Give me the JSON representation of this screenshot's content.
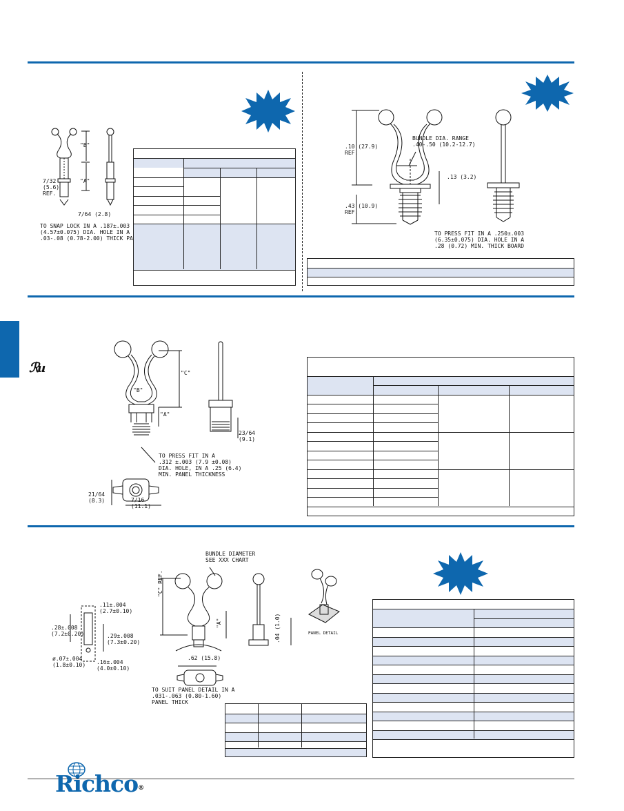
{
  "colors": {
    "accent": "#0e67ae",
    "table_shade": "#dde4f2"
  },
  "section1_left": {
    "dims": {
      "b": "\"B\"",
      "a": "\"A\"",
      "side": "7/32\n(5.6)\nREF.",
      "bottom": "7/64 (2.8)",
      "note": "TO SNAP LOCK IN A .187±.003\n(4.57±0.075) DIA. HOLE IN A\n.03-.08 (0.78-2.00) THICK PANEL."
    }
  },
  "section1_right": {
    "dims": {
      "height": ".10 (27.9)\nREF.",
      "bundle": "BUNDLE DIA. RANGE\n.40-.50 (10.2-12.7)",
      "flange": ".13 (3.2)",
      "base": ".43 (10.9)\nREF.",
      "note": "TO PRESS FIT IN A .250±.003\n(6.35±0.075) DIA. HOLE IN A\n.28 (0.72) MIN. THICK BOARD"
    }
  },
  "section2": {
    "dims": {
      "c": "\"C\"",
      "b": "\"B\"",
      "a": "\"A\"",
      "side": "23/64\n(9.1)",
      "note": "TO PRESS FIT IN A\n.312 ±.003 (7.9 ±0.08)\nDIA. HOLE, IN A .25 (6.4)\nMIN. PANEL THICKNESS",
      "width": "21/64\n(8.3)",
      "length": "7/16\n(11.1)"
    }
  },
  "section3": {
    "dims": {
      "bundle": "BUNDLE DIAMETER\nSEE XXX CHART",
      "c": "\"C\" REF.",
      "a": "\"A\"",
      "d1": ".11±.004\n(2.7±0.10)",
      "d2": ".28±.008\n(7.2±0.20)",
      "d3": ".29±.008\n(7.3±0.20)",
      "d4": "ø.07±.004\n(1.8±0.10)",
      "d5": ".16±.004\n(4.0±0.10)",
      "width": ".62 (15.8)",
      "thick": ".04 (1.0)",
      "note": "TO SUIT PANEL DETAIL IN A\n.031-.063 (0.80-1.60)\nPANEL THICK",
      "detail": "PANEL DETAIL"
    }
  },
  "footer": {
    "logo_text": "Richco",
    "reg": "®"
  }
}
